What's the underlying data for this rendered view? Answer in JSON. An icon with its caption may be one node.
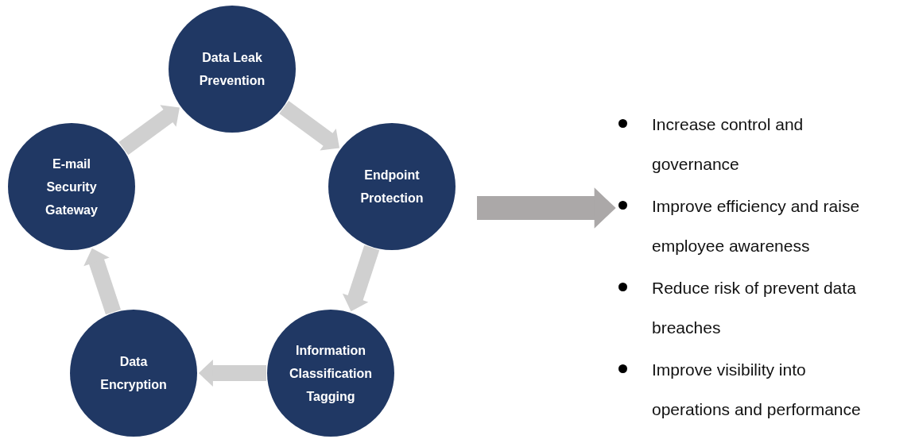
{
  "diagram": {
    "nodes": [
      {
        "text": [
          "Data Leak Prevention"
        ]
      },
      {
        "text": [
          "Endpoint Protection"
        ]
      },
      {
        "text": [
          "Information Classification Tagging"
        ]
      },
      {
        "text": [
          "Data Encryption"
        ]
      },
      {
        "text": [
          "E-mail Security Gateway"
        ]
      },
      {
        "text": [
          "Increase control and governance",
          "Improve efficiency and raise employee awareness",
          "Reduce risk of prevent data breaches",
          "Improve visibility into operations and performance"
        ]
      }
    ],
    "edges": [
      {
        "from": 0,
        "to": 1,
        "arrow": "to"
      },
      {
        "from": 1,
        "to": 2,
        "arrow": "to"
      },
      {
        "from": 2,
        "to": 3,
        "arrow": "to"
      },
      {
        "from": 3,
        "to": 4,
        "arrow": "to"
      },
      {
        "from": 4,
        "to": 0,
        "arrow": "to"
      },
      {
        "from": null,
        "to": 5,
        "arrow": "to",
        "color": "#aba8a8"
      }
    ]
  }
}
